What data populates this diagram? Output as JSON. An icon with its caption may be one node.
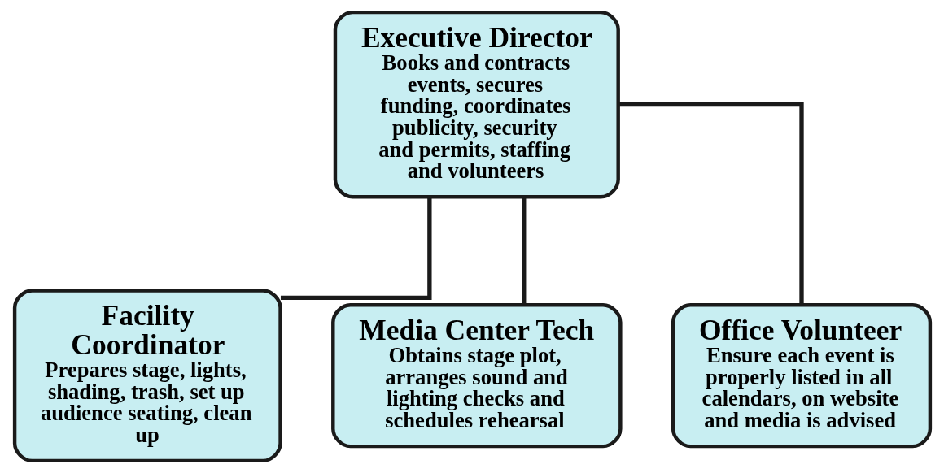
{
  "diagram": {
    "nodes": [
      {
        "text": [
          "Executive Director",
          "Books and contracts events, secures funding, coordinates publicity, security and permits, staffing and volunteers"
        ]
      },
      {
        "text": [
          "Facility Coordinator",
          "Prepares stage, lights, shading, trash, set up audience seating, clean up"
        ]
      },
      {
        "text": [
          "Media Center Tech",
          "Obtains stage plot, arranges sound and lighting checks and schedules rehearsal"
        ]
      },
      {
        "text": [
          "Office Volunteer",
          "Ensure each event is properly listed in all calendars, on website and media is advised"
        ]
      }
    ],
    "edges": [
      {
        "from": 0,
        "to": 1,
        "arrow": "none"
      },
      {
        "from": 0,
        "to": 2,
        "arrow": "none"
      },
      {
        "from": 0,
        "to": 3,
        "arrow": "none"
      }
    ]
  }
}
